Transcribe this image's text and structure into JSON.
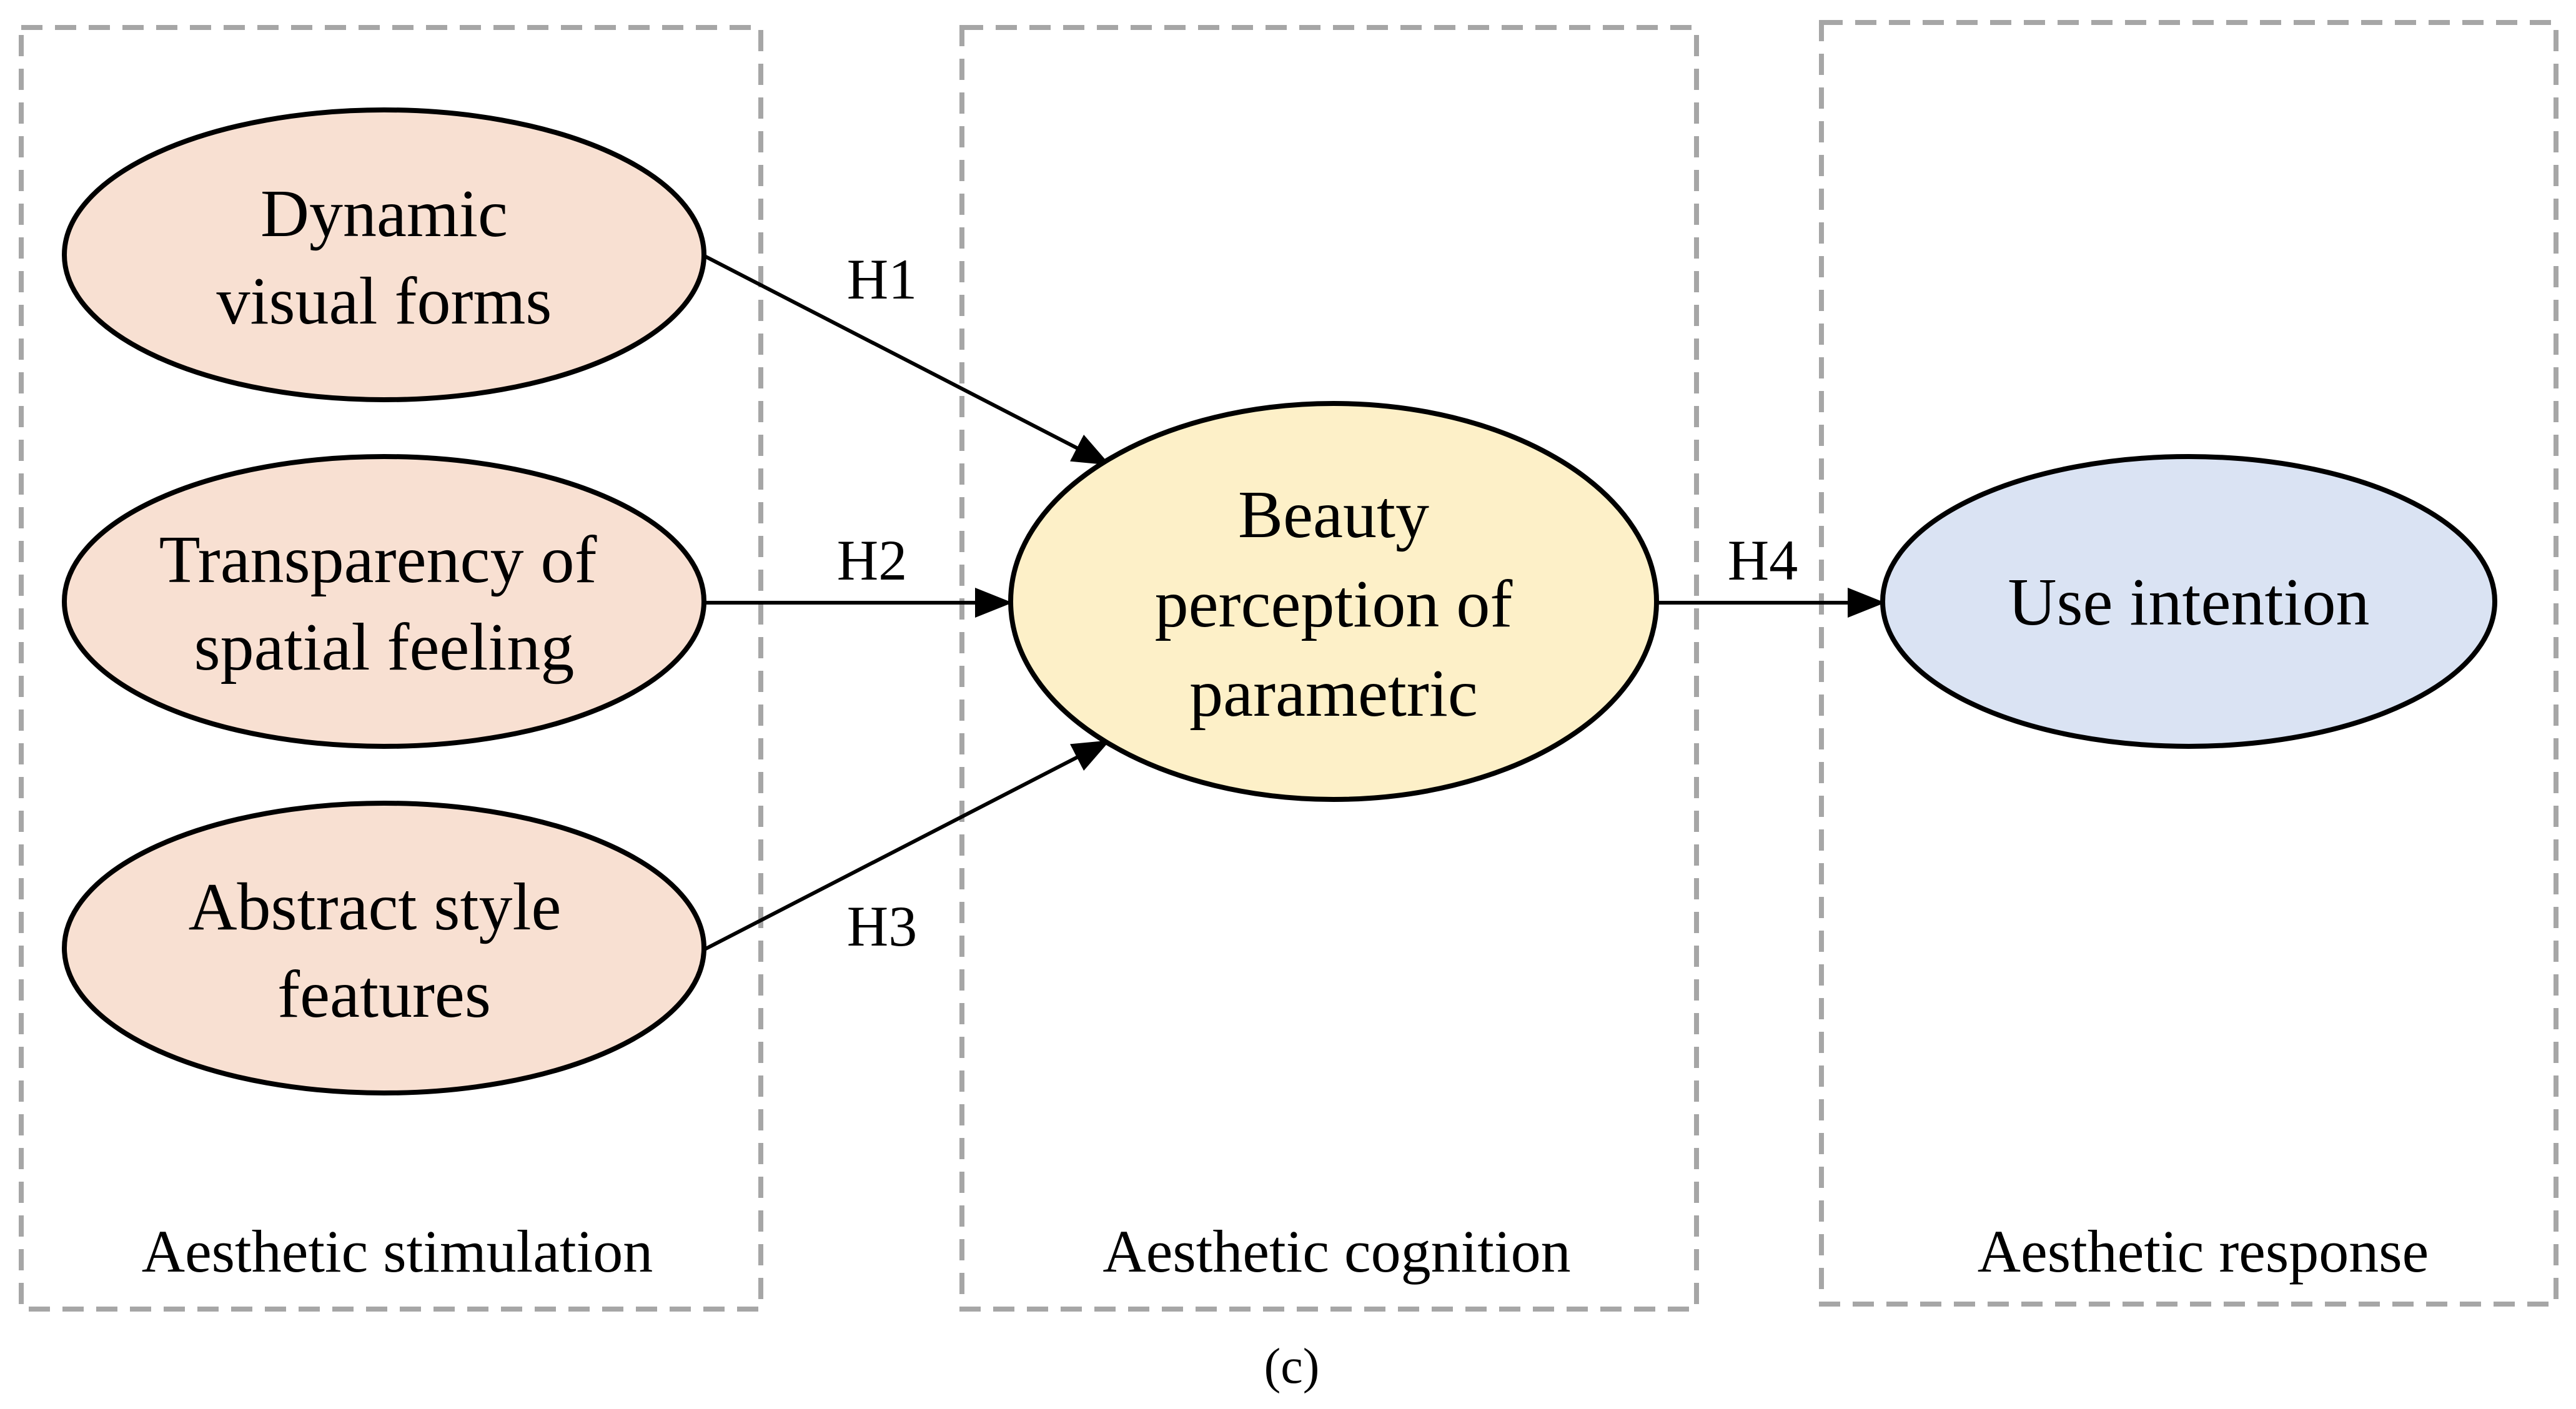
{
  "panels": {
    "stimulation": {
      "label": "Aesthetic stimulation"
    },
    "cognition": {
      "label": "Aesthetic cognition"
    },
    "response": {
      "label": "Aesthetic response"
    }
  },
  "nodes": {
    "dynamic": {
      "lines": [
        "Dynamic",
        "visual forms"
      ],
      "fill": "#f8e0d2"
    },
    "transparency": {
      "lines": [
        "Transparency of",
        "spatial feeling"
      ],
      "fill": "#f8e0d2"
    },
    "abstract": {
      "lines": [
        "Abstract style",
        "features"
      ],
      "fill": "#f8e0d2"
    },
    "beauty": {
      "lines": [
        "Beauty",
        "perception of",
        "parametric"
      ],
      "fill": "#fdf0c8"
    },
    "use": {
      "lines": [
        "Use intention"
      ],
      "fill": "#dae3f3"
    }
  },
  "edges": {
    "h1": {
      "label": "H1"
    },
    "h2": {
      "label": "H2"
    },
    "h3": {
      "label": "H3"
    },
    "h4": {
      "label": "H4"
    }
  },
  "caption": "(c)"
}
